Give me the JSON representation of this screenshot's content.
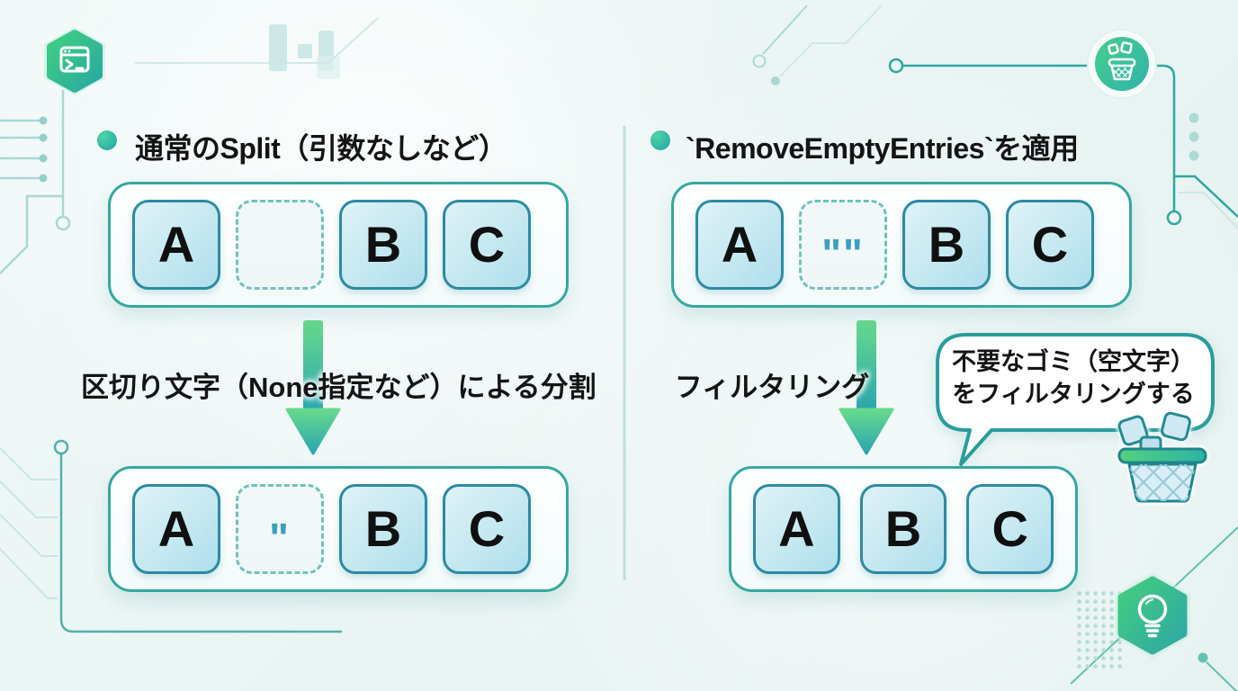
{
  "left_panel": {
    "title": "通常のSplit（引数なしなど）",
    "input_cells": [
      "A",
      "",
      "B",
      "C"
    ],
    "arrow_label": "区切り文字（None指定など）による分割",
    "output_cells": [
      "A",
      "\"",
      "B",
      "C"
    ]
  },
  "right_panel": {
    "title": "`RemoveEmptyEntries`を適用",
    "input_cells": [
      "A",
      "\"\"",
      "B",
      "C"
    ],
    "arrow_label": "フィルタリング",
    "speech_bubble_line1": "不要なゴミ（空文字）",
    "speech_bubble_line2": "をフィルタリングする",
    "output_cells": [
      "A",
      "B",
      "C"
    ]
  },
  "icons": {
    "top_left": "terminal-icon",
    "top_right": "trash-badge-icon",
    "speech": "trash-basket-icon",
    "bottom_right": "lightbulb-icon"
  },
  "colors": {
    "accent_teal": "#2a9d9d",
    "accent_green": "#3fd07f",
    "box_border": "#2d8ba1",
    "box_fill": "#c3e7f0",
    "quote_blue": "#3d9fbd",
    "background": "#ecf5f4",
    "text": "#141414"
  }
}
